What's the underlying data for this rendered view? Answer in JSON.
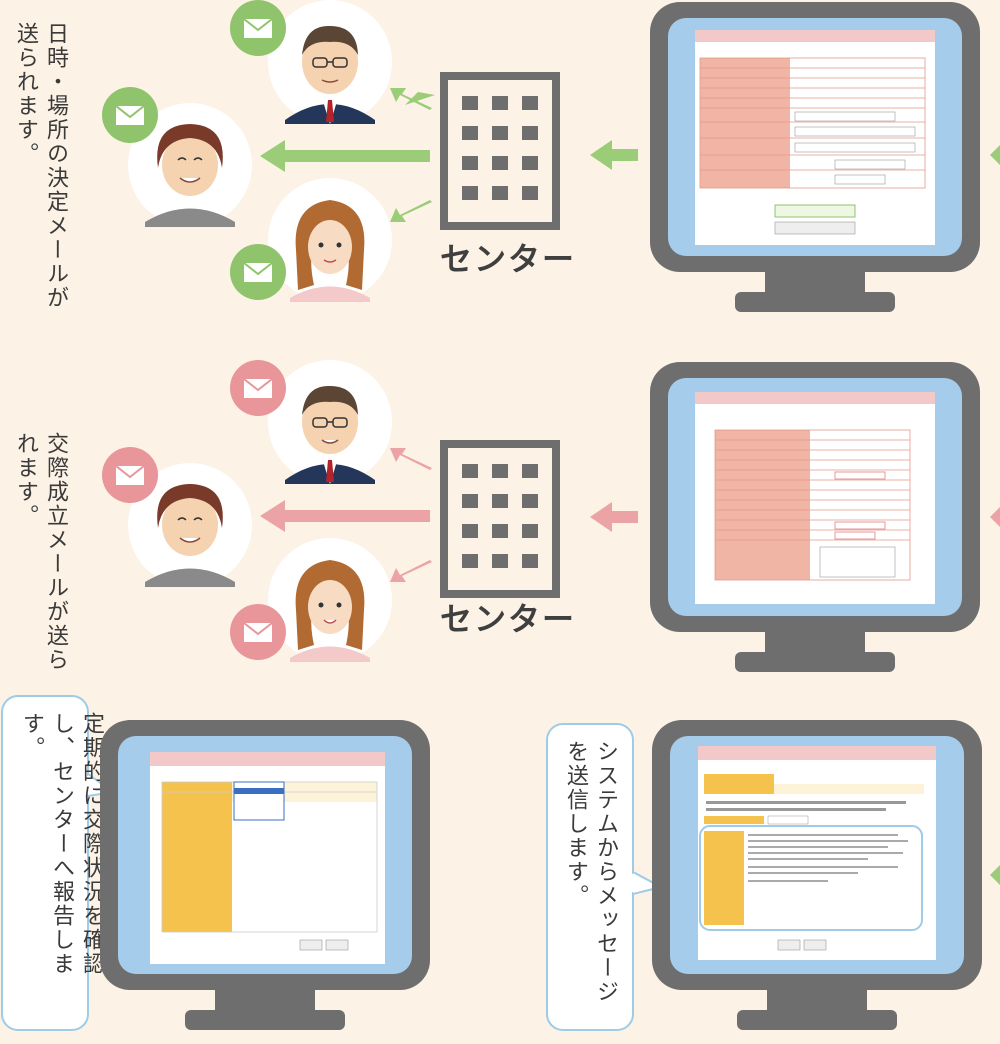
{
  "panels": [
    {
      "caption": "日時・場所の決定メールが送られます。",
      "center_label": "センター"
    },
    {
      "caption": "交際成立メールが送られます。",
      "center_label": "センター"
    },
    {
      "caption": "定期的に交際状況を確認し、センターへ報告します。"
    },
    {
      "caption": "システムからメッセージを送信します。"
    }
  ],
  "colors": {
    "background": "#fcf2e5",
    "mail_green": "#8fc46c",
    "mail_pink": "#e8969a",
    "arrow_green": "#9bcc78",
    "arrow_pink": "#eba3a6",
    "monitor_frame": "#6e6e6e",
    "monitor_screen": "#a6ccec",
    "form_header": "#f2c8c8",
    "form_label": "#f0b5a4",
    "form_yellow": "#f6c24e"
  },
  "icons": [
    "mail-icon",
    "building-icon",
    "person-man-icon",
    "person-elder-woman-icon",
    "person-young-woman-icon",
    "monitor-icon",
    "arrow-left-icon"
  ]
}
